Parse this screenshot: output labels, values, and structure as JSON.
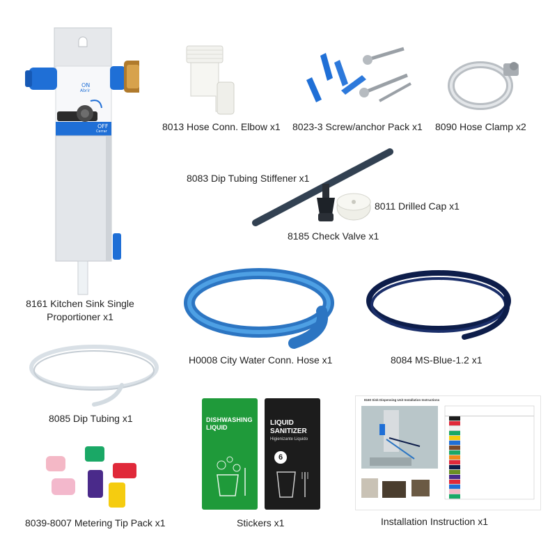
{
  "items": {
    "proportioner": {
      "caption_line1": "8161 Kitchen Sink Single",
      "caption_line2": "Proportioner x1",
      "label_on": "ON",
      "label_on_sub": "Abrir",
      "label_off": "OFF",
      "label_off_sub": "Cerrar"
    },
    "elbow": {
      "caption": "8013 Hose Conn. Elbow x1"
    },
    "screws": {
      "caption": "8023-3 Screw/anchor Pack x1"
    },
    "clamp": {
      "caption": "8090 Hose Clamp x2"
    },
    "stiffener": {
      "caption": "8083 Dip Tubing Stiffener x1"
    },
    "drilled_cap": {
      "caption": "8011 Drilled Cap x1"
    },
    "check_valve": {
      "caption": "8185 Check Valve x1"
    },
    "city_hose": {
      "caption": "H0008 City Water Conn. Hose x1"
    },
    "ms_blue": {
      "caption": "8084 MS-Blue-1.2  x1"
    },
    "dip_tubing": {
      "caption": "8085 Dip Tubing x1"
    },
    "tips": {
      "caption": "8039-8007 Metering Tip Pack x1"
    },
    "stickers": {
      "caption": "Stickers x1",
      "green_title_1": "DISHWASHING",
      "green_title_2": "LIQUID",
      "black_title_1": "LIQUID",
      "black_title_2": "SANITIZER",
      "black_subtitle": "Higienizante Liquido",
      "black_number": "6"
    },
    "instructions": {
      "caption": "Installation Instruction x1",
      "doc_title": "8160 Sink Dispensing Unit Installation Instructions"
    }
  },
  "colors": {
    "blue_fitting": "#1f6fd6",
    "steel": "#dfe2e6",
    "hose_blue": "#3a8fd8",
    "hose_navy": "#0d1d4a",
    "green_card": "#1f9a3a",
    "black_card": "#1c1c1c"
  },
  "tip_colors": [
    "#f4b8c6",
    "#1aa866",
    "#e0293a",
    "#f3b8cc",
    "#4a2a8a",
    "#f5cc10"
  ]
}
